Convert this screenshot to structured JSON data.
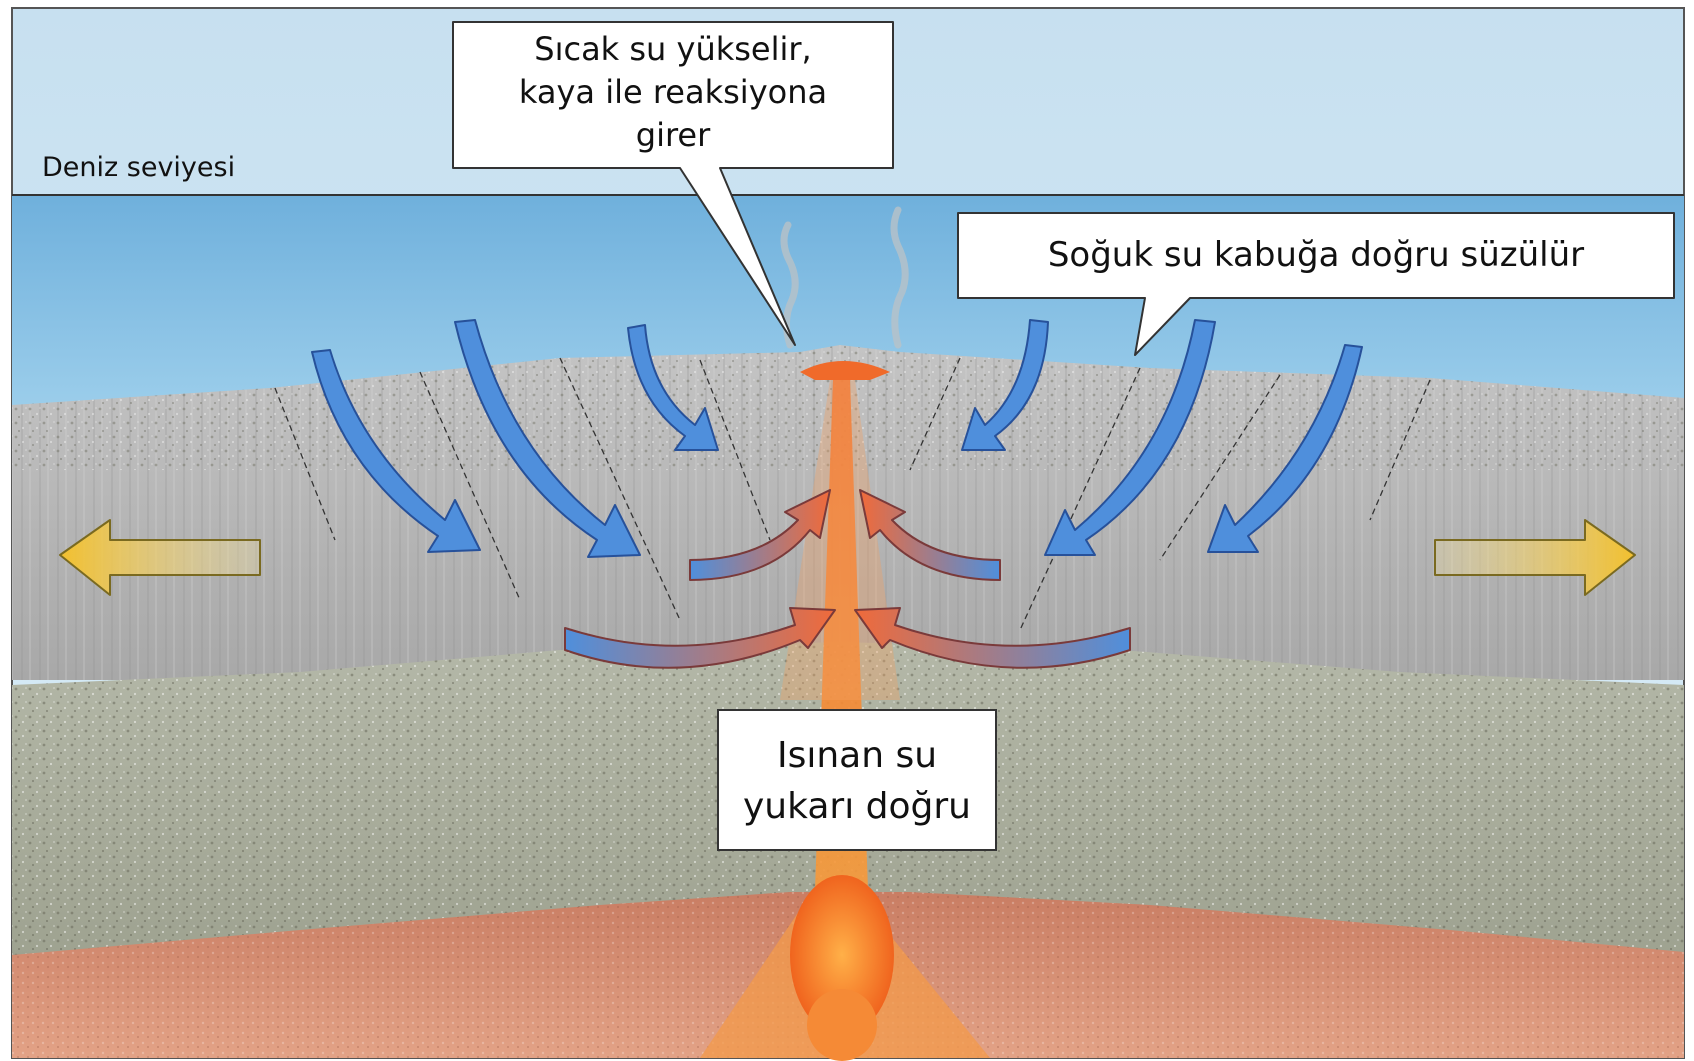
{
  "labels": {
    "sea_level": "Deniz seviyesi",
    "hot_water_rises": [
      "Sıcak su yükselir,",
      "kaya ile reaksiyona",
      "girer"
    ],
    "cold_water_seeps": "Soğuk su kabuğa doğru süzülür",
    "heated_water_up": [
      "Isınan su",
      "yukarı doğru"
    ]
  },
  "colors": {
    "sky": "#cfe6f4",
    "sea": "#8fc5e4",
    "upper_crust": "#b9b9b9",
    "lower_crust": "#a9ad9c",
    "mantle": "#d98a6a",
    "magma": "#f07a28",
    "cold_flow_arrow": "#4f8fdc",
    "hot_flow_arrow": "#f06a3a",
    "spreading_arrow": "#f3c33a"
  },
  "icons": {
    "spreading_left": "arrow-left-icon",
    "spreading_right": "arrow-right-icon",
    "cold_flow": "curved-arrow-down-icon",
    "hot_flow": "curved-arrow-up-icon"
  }
}
